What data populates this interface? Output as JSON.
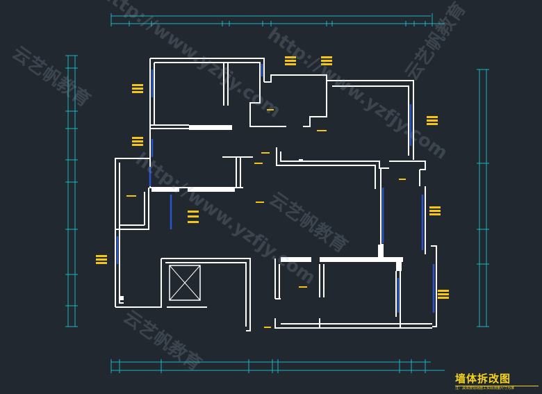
{
  "drawing": {
    "title": "墙体拆改图",
    "note": "注：具体按现场施工实际测量尺寸为准",
    "colors": {
      "background": "#212830",
      "wall": "#ffffff",
      "dimension": "#18b8c8",
      "demolition_mark": "#f5c518",
      "new_wall": "#1f3a8a"
    }
  },
  "watermarks": [
    "http://www.yzfjy.com",
    "云艺帆教育"
  ]
}
